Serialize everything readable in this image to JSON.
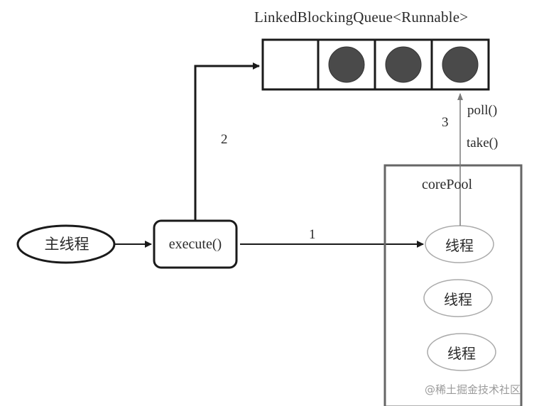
{
  "queue": {
    "title": "LinkedBlockingQueue<Runnable>",
    "slots": [
      {
        "filled": false
      },
      {
        "filled": true
      },
      {
        "filled": true
      },
      {
        "filled": true
      }
    ]
  },
  "nodes": {
    "main_thread": "主线程",
    "execute": "execute()"
  },
  "core_pool": {
    "title": "corePool",
    "threads": [
      "线程",
      "线程",
      "线程"
    ]
  },
  "edges": {
    "to_pool_label": "1",
    "to_queue_label": "2",
    "from_queue_label": "3",
    "poll_label": "poll()",
    "take_label": "take()"
  },
  "watermark": "@稀土掘金技术社区",
  "colors": {
    "line": "#1a1a1a",
    "thin_line": "#7a7a7a",
    "filled_slot": "#4a4a4a",
    "pool_border": "#666666",
    "ellipse_border": "#aaaaaa"
  }
}
